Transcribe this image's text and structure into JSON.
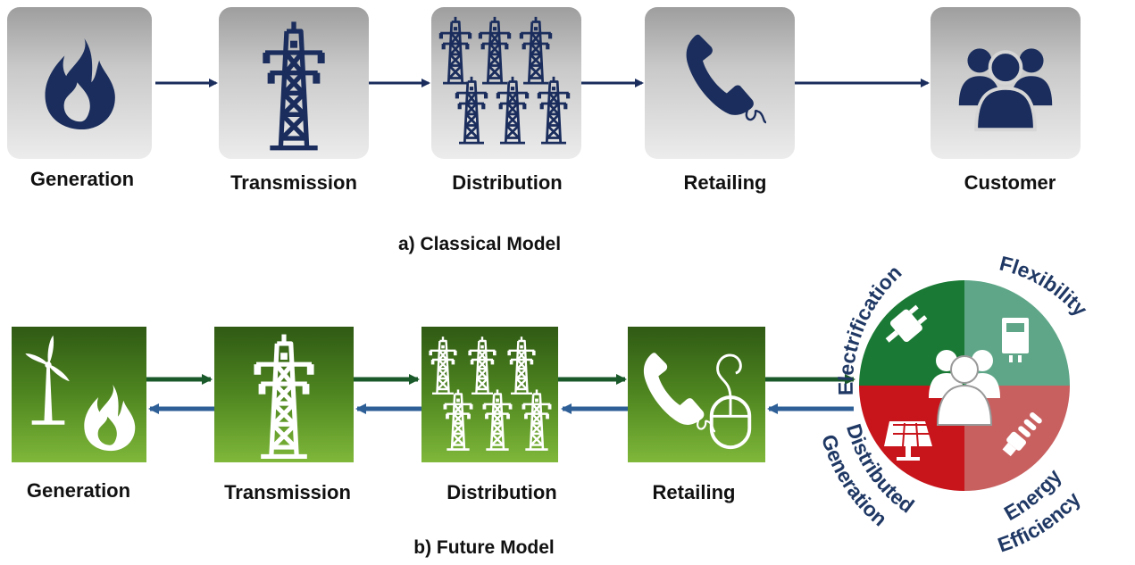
{
  "classical": {
    "caption": "a) Classical Model",
    "stages": [
      "Generation",
      "Transmission",
      "Distribution",
      "Retailing",
      "Customer"
    ]
  },
  "future": {
    "caption": "b) Future Model",
    "stages": [
      "Generation",
      "Transmission",
      "Distribution",
      "Retailing"
    ],
    "customer_wheel": {
      "quadrants": [
        {
          "label": "Electrification",
          "color": "#1a7a35"
        },
        {
          "label": "Flexibility",
          "color": "#5fa688"
        },
        {
          "label": "Distributed Generation",
          "color": "#c8141b"
        },
        {
          "label": "Energy Efficiency",
          "color": "#c86060"
        }
      ],
      "label_color": "#1f3864"
    }
  },
  "colors": {
    "classical_icon": "#1a2d5c",
    "arrow_forward": "#1a5a2a",
    "arrow_back": "#2e5f96",
    "arrow_classical": "#1a2d5c"
  }
}
